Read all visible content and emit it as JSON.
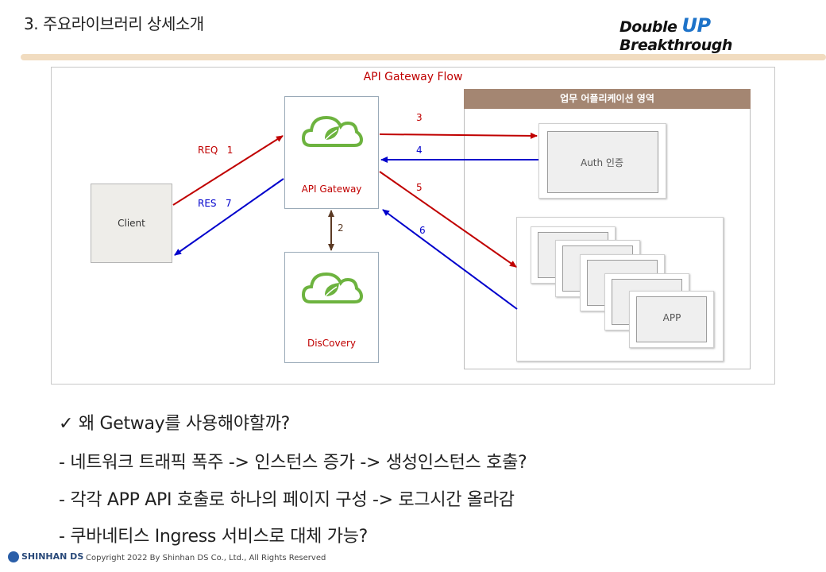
{
  "slide": {
    "title": "3. 주요라이브러리 상세소개",
    "brand_prefix": "Double",
    "brand_up": "UP",
    "brand_suffix": "Breakthrough"
  },
  "diagram": {
    "title": "API Gateway Flow",
    "client_label": "Client",
    "gateway_label": "API Gateway",
    "discovery_label": "DisCovery",
    "business_area_header": "업무 어플리케이션 영역",
    "auth_label": "Auth 인증",
    "app_label": "APP",
    "edges": {
      "req_label": "REQ   1",
      "res_label": "RES   7",
      "step2": "2",
      "step3": "3",
      "step4": "4",
      "step5": "5",
      "step6": "6"
    },
    "colors": {
      "request": "#c00000",
      "response": "#0000cc",
      "discovery": "#5b3a24",
      "spring_green": "#6db33f"
    }
  },
  "bullets": [
    "✓  왜 Getway를 사용해야할까?",
    "- 네트워크 트래픽 폭주 -> 인스턴스 증가 -> 생성인스턴스 호출?",
    "- 각각 APP API 호출로 하나의 페이지 구성 -> 로그시간 올라감",
    "- 쿠바네티스 Ingress  서비스로 대체 가능?"
  ],
  "footer": {
    "logo": "SHINHAN DS",
    "copyright": "Copyright 2022 By Shinhan DS Co., Ltd., All Rights Reserved"
  }
}
